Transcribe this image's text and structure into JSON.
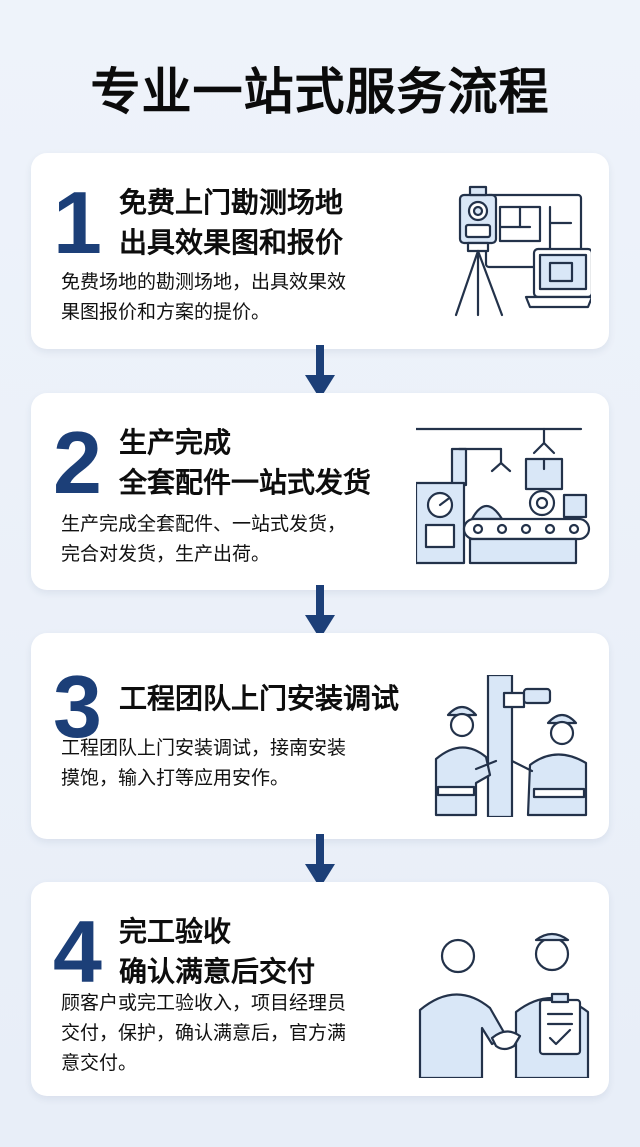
{
  "title": "专业一站式服务流程",
  "steps": [
    {
      "number": "1",
      "heading_line1": "免费上门勘测场地",
      "heading_line2": "出具效果图和报价",
      "desc_line1": "免费场地的勘测场地，出具效果效",
      "desc_line2": "果图报价和方案的提价。"
    },
    {
      "number": "2",
      "heading_line1": "生产完成",
      "heading_line2": "全套配件一站式发货",
      "desc_line1": "生产完成全套配件、一站式发货，",
      "desc_line2": "完合对发货，生产出荷。"
    },
    {
      "number": "3",
      "heading_line1": "工程团队上门安装调试",
      "desc_line1": "工程团队上门安装调试，接南安装",
      "desc_line2": "摸饱，输入打等应用安作。"
    },
    {
      "number": "4",
      "heading_line1": "完工验收",
      "heading_line2": "确认满意后交付",
      "desc_line1": "顾客户或完工验收入，项目经理员",
      "desc_line2": "交付，保护，确认满意后，官方满",
      "desc_line3": "意交付。"
    }
  ],
  "colors": {
    "accent": "#1c3f78",
    "illustration_fill": "#d9e7f7",
    "background": "#eef3fa"
  },
  "icons": [
    "arrow-down-icon",
    "survey-equipment-icon",
    "conveyor-belt-icon",
    "installation-workers-icon",
    "handshake-delivery-icon"
  ]
}
